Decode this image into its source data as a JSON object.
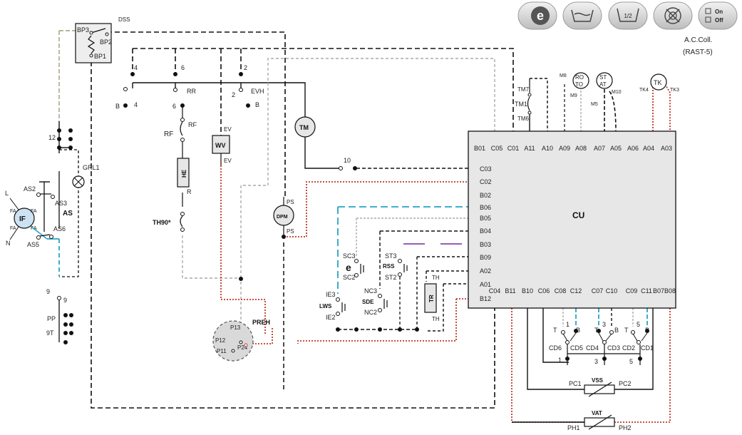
{
  "toolbar": {
    "buttons": [
      {
        "name": "eco-button",
        "glyph": "e"
      },
      {
        "name": "wash-button",
        "glyph": ""
      },
      {
        "name": "half-load-button",
        "glyph": "1/2"
      },
      {
        "name": "no-spin-button",
        "glyph": ""
      },
      {
        "name": "on-off-button",
        "on": "On",
        "off": "Off"
      }
    ],
    "caption_line1": "A.C.Coll.",
    "caption_line2": "(RAST-5)"
  },
  "components": {
    "dss": "DSS",
    "bp1": "BP1",
    "bp2": "BP2",
    "bp3": "BP3",
    "if": "IF",
    "as": "AS",
    "as2": "AS2",
    "as3": "AS3",
    "as5": "AS5",
    "as6": "AS6",
    "l": "L",
    "n": "N",
    "fa": "FA",
    "grl1": "GRL1",
    "n12": "12",
    "n9a": "9",
    "n9b": "9",
    "pp": "PP",
    "n9t": "9T",
    "n4a": "4",
    "n4b": "4",
    "b1": "B",
    "n6a": "6",
    "n6b": "6",
    "rr": "RR",
    "n2a": "2",
    "n2b": "2",
    "evh": "EVH",
    "b2": "B",
    "rf": "RF",
    "rf2": "RF",
    "he": "HE",
    "r": "R",
    "th90": "TH90*",
    "ev": "EV",
    "ev2": "EV",
    "wv": "WV",
    "tm": "TM",
    "n10": "10",
    "dpm": "DPM",
    "ps1": "PS",
    "ps2": "PS",
    "preh": "PREH",
    "p13": "P13",
    "p12": "P12",
    "p11": "P11",
    "p24": "P24",
    "tm7": "TM7",
    "tm1": "TM1",
    "tm6": "TM6",
    "m8": "M8",
    "m9": "M9",
    "m5": "M5",
    "m10": "M10",
    "roto1": "RO",
    "roto2": "TO",
    "stat1": "ST",
    "stat2": "AT",
    "tk": "TK",
    "tk4": "TK4",
    "tk3": "TK3",
    "cu": "CU",
    "sc3": "SC3",
    "sc2": "SC2",
    "e": "e",
    "st3": "ST3",
    "st2": "ST2",
    "rss": "RSS",
    "th1": "TH",
    "th2": "TH",
    "tr": "TR",
    "nc3": "NC3",
    "nc2": "NC2",
    "sde": "SDE",
    "ie3": "IE3",
    "ie2": "IE2",
    "lws": "LWS",
    "t1": "T",
    "t2": "T",
    "t3": "T",
    "bb1": "B",
    "bb2": "B",
    "bb3": "B",
    "k1": "1",
    "k3": "3",
    "k5": "5",
    "k1b": "1",
    "k3b": "3",
    "k5b": "5",
    "cd6": "CD6",
    "cd5": "CD5",
    "cd4": "CD4",
    "cd3": "CD3",
    "cd2": "CD2",
    "cd1": "CD1",
    "pc1": "PC1",
    "pc2": "PC2",
    "vss": "VSS",
    "vat": "VAT",
    "ph1": "PH1",
    "ph2": "PH2"
  },
  "cu_top_pins": [
    "B01",
    "C05",
    "C01",
    "A11",
    "A10",
    "A09",
    "A08",
    "A07",
    "A05",
    "A06",
    "A04",
    "A03"
  ],
  "cu_left_pins": [
    "C03",
    "C02",
    "B02",
    "B06",
    "B05",
    "B04",
    "B03",
    "B09",
    "A02",
    "A01",
    "B12"
  ],
  "cu_bottom_pins": [
    "C04",
    "B11",
    "B10",
    "C06",
    "C08",
    "C12",
    "C07",
    "C10",
    "C09",
    "C11",
    "B07",
    "B08"
  ]
}
